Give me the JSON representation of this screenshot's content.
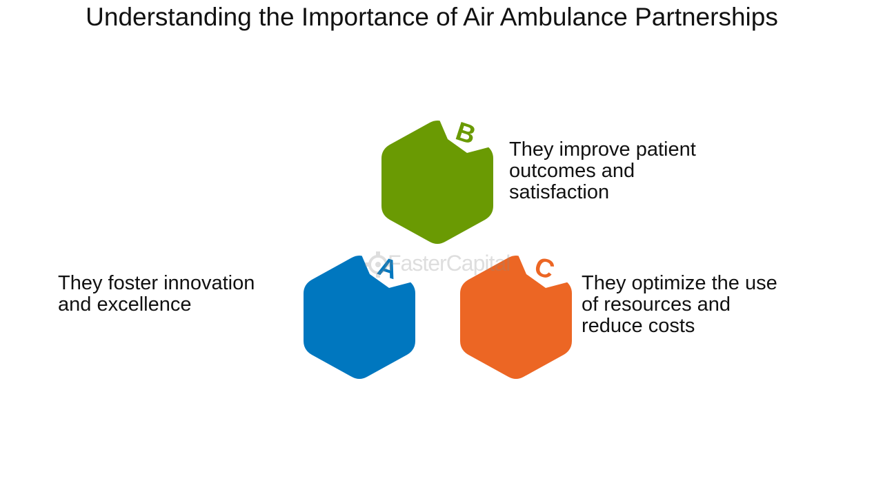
{
  "title": "Understanding the Importance of Air Ambulance Partnerships",
  "watermark": "FasterCapital",
  "items": [
    {
      "letter": "A",
      "color": "#0077BF",
      "lines": [
        "They foster innovation",
        "and excellence"
      ]
    },
    {
      "letter": "B",
      "color": "#6A9A03",
      "lines": [
        "They improve patient",
        "outcomes and",
        "satisfaction"
      ]
    },
    {
      "letter": "C",
      "color": "#EC6624",
      "lines": [
        "They optimize the use",
        "of resources and",
        "reduce costs"
      ]
    }
  ]
}
